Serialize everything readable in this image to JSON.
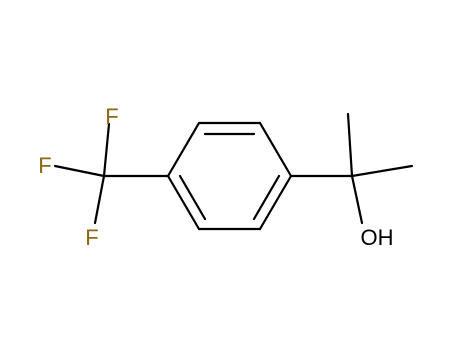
{
  "molecule": {
    "atoms": {
      "f_top": "F",
      "f_left": "F",
      "f_bottom": "F",
      "oh": "OH"
    }
  },
  "colors": {
    "fluorine": "#8b6914",
    "oxygen": "#000000",
    "bond": "#000000",
    "background": "#ffffff"
  }
}
